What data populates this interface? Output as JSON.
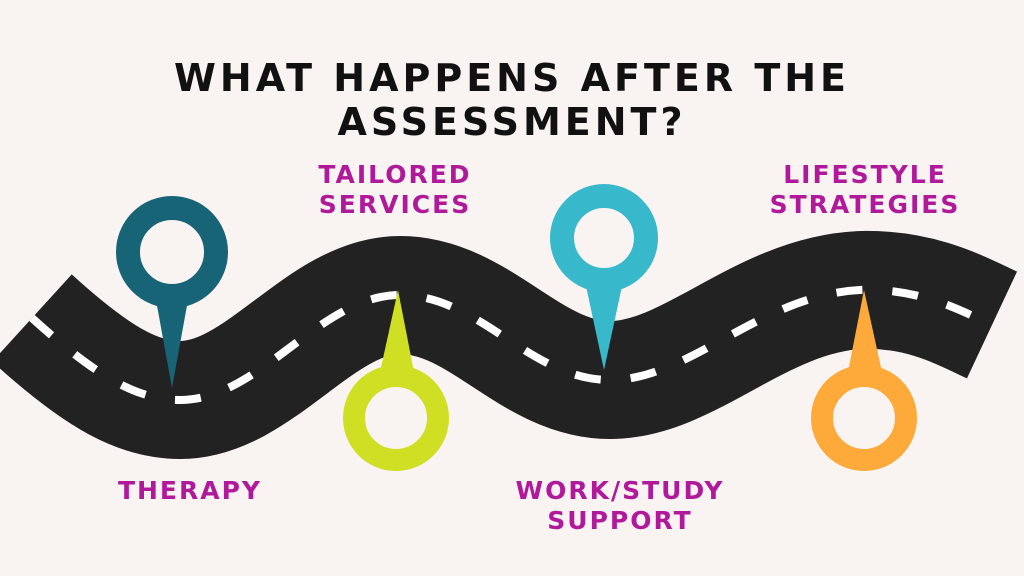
{
  "title": "WHAT HAPPENS AFTER THE ASSESSMENT?",
  "colors": {
    "background": "#f9f3f2",
    "road": "#222222",
    "road_dash": "#ffffff",
    "label": "#b0199a",
    "title": "#111111"
  },
  "milestones": [
    {
      "label_lines": [
        "THERAPY"
      ],
      "pin_color": "#176477",
      "icon": "map-pin-icon"
    },
    {
      "label_lines": [
        "TAILORED",
        "SERVICES"
      ],
      "pin_color": "#cfe024",
      "icon": "map-pin-icon"
    },
    {
      "label_lines": [
        "WORK/STUDY",
        "SUPPORT"
      ],
      "pin_color": "#37b8cb",
      "icon": "map-pin-icon"
    },
    {
      "label_lines": [
        "LIFESTYLE",
        "STRATEGIES"
      ],
      "pin_color": "#fdaa3b",
      "icon": "map-pin-icon"
    }
  ]
}
